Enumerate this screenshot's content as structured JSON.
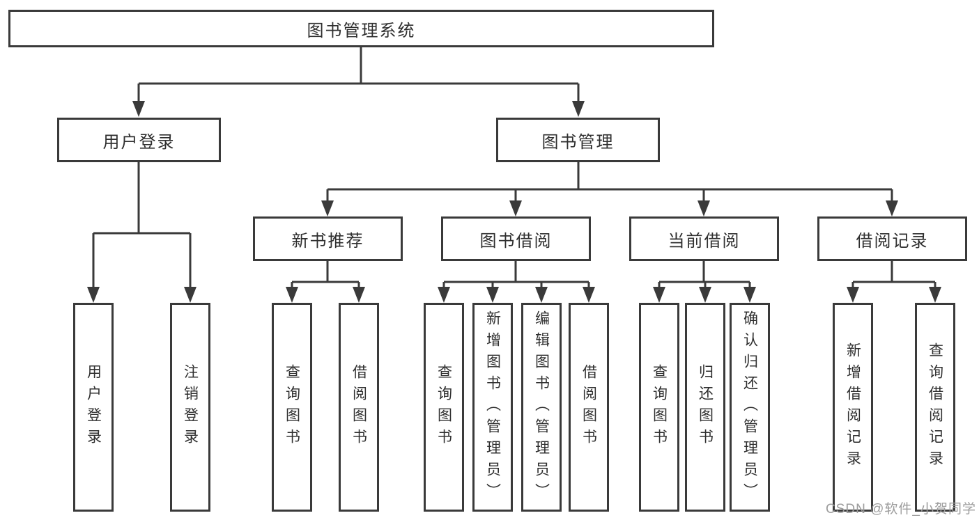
{
  "diagram": {
    "root": {
      "label": "图书管理系统"
    },
    "branches": [
      {
        "label": "用户登录",
        "children": [
          {
            "label": "用户登录"
          },
          {
            "label": "注销登录"
          }
        ]
      },
      {
        "label": "图书管理",
        "children": [
          {
            "label": "新书推荐",
            "children": [
              {
                "label": "查询图书"
              },
              {
                "label": "借阅图书"
              }
            ]
          },
          {
            "label": "图书借阅",
            "children": [
              {
                "label": "查询图书"
              },
              {
                "label": "新增图书（管理员）"
              },
              {
                "label": "编辑图书（管理员）"
              },
              {
                "label": "借阅图书"
              }
            ]
          },
          {
            "label": "当前借阅",
            "children": [
              {
                "label": "查询图书"
              },
              {
                "label": "归还图书"
              },
              {
                "label": "确认归还（管理员）"
              }
            ]
          },
          {
            "label": "借阅记录",
            "children": [
              {
                "label": "新增借阅记录"
              },
              {
                "label": "查询借阅记录"
              }
            ]
          }
        ]
      }
    ]
  },
  "watermark": {
    "text": "CSDN @软件_小贺同学"
  },
  "colors": {
    "line": "#3a3a3a",
    "text": "#2f2f2f",
    "watermark": "#9c9c9c",
    "background": "#ffffff"
  }
}
